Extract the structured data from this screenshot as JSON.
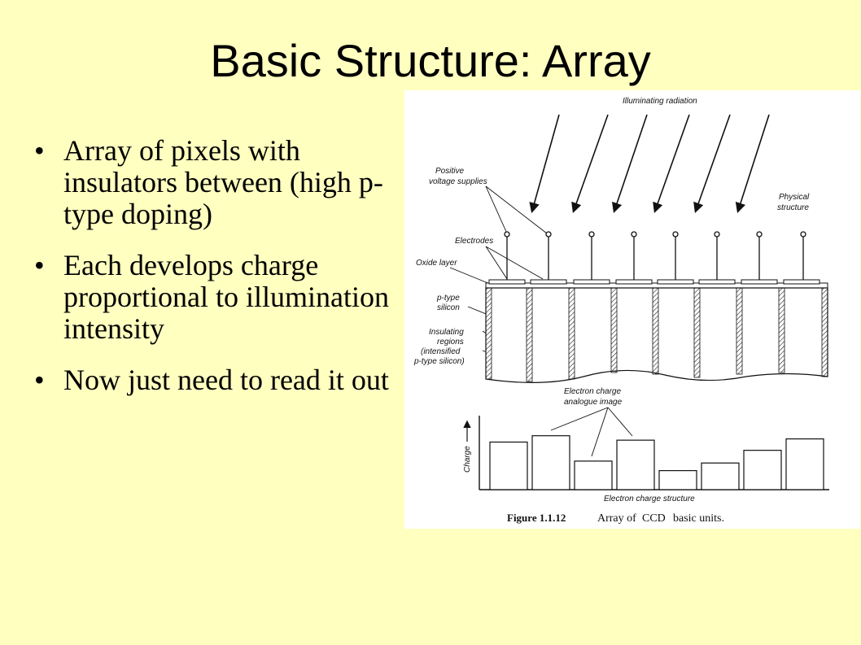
{
  "slide": {
    "title": "Basic Structure: Array",
    "bullet_marker": "•",
    "bullets": [
      "Array of pixels with insulators between (high p-type doping)",
      "Each develops charge proportional to illumination intensity",
      "Now just need to read it out"
    ]
  },
  "figure": {
    "labels": {
      "illuminating_radiation": "Illuminating radiation",
      "positive_voltage_line1": "Positive",
      "positive_voltage_line2": "voltage supplies",
      "physical_line1": "Physical",
      "physical_line2": "structure",
      "electrodes": "Electrodes",
      "oxide_layer": "Oxide layer",
      "ptype_line1": "p-type",
      "ptype_line2": "silicon",
      "insulating_line1": "Insulating",
      "insulating_line2": "regions",
      "insulating_line3": "(intensified",
      "insulating_line4": "p-type silicon)",
      "electron_charge_line1": "Electron charge",
      "electron_charge_line2": "analogue image",
      "charge_axis": "Charge",
      "electron_charge_structure": "Electron charge structure"
    },
    "caption": {
      "number": "Figure 1.1.12",
      "text": "Array of",
      "abbr": "CCD",
      "text_end": "basic units."
    },
    "charge_levels": [
      0.75,
      0.85,
      0.45,
      0.78,
      0.3,
      0.42,
      0.62,
      0.8
    ]
  }
}
